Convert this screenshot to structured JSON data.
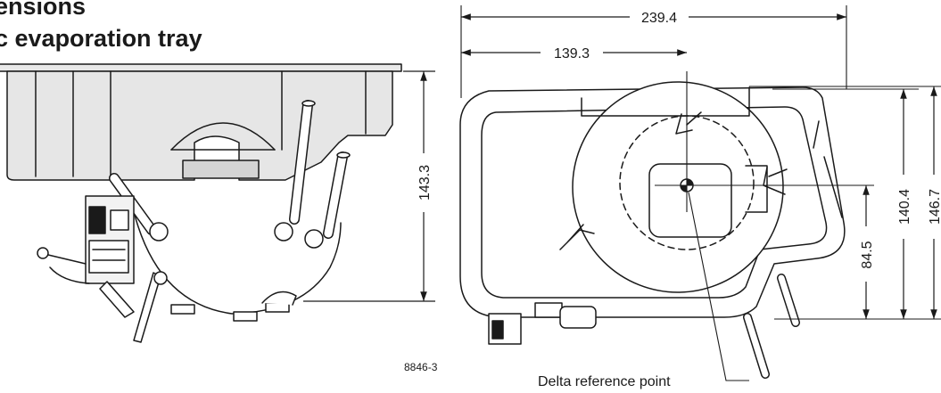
{
  "title": {
    "line1": "ensions",
    "line2": "c evaporation tray"
  },
  "side_view": {
    "dim_height": "143.3",
    "figure_number": "8846-3"
  },
  "top_view": {
    "dim_width_overall": "239.4",
    "dim_width_to_center": "139.3",
    "dim_height_to_center": "84.5",
    "dim_height_inner": "140.4",
    "dim_height_overall": "146.7",
    "reference_label": "Delta reference point"
  }
}
